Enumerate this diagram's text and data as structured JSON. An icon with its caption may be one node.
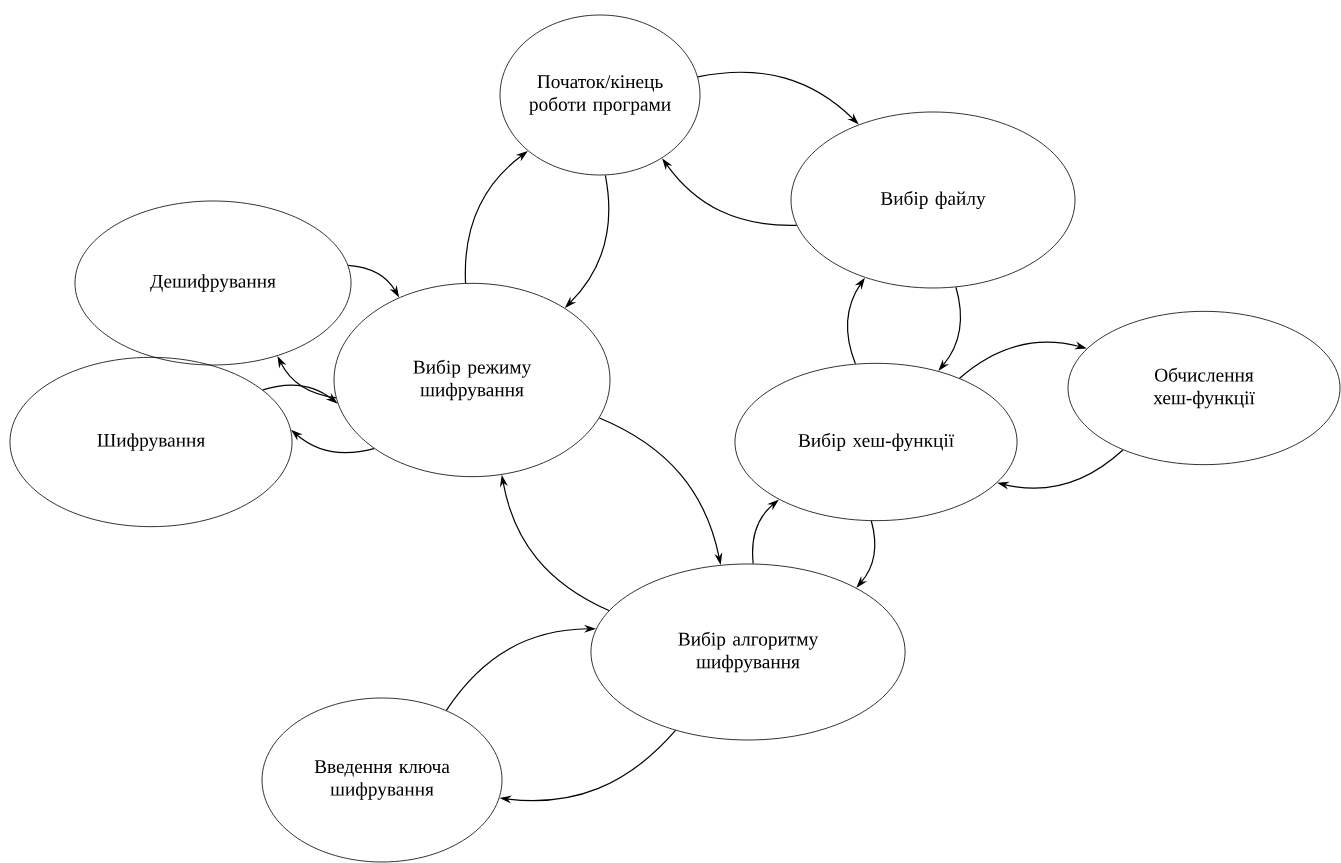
{
  "diagram": {
    "nodes": [
      {
        "text": [
          "Початок/кінець роботи програми"
        ]
      },
      {
        "text": [
          "Вибір файлу"
        ]
      },
      {
        "text": [
          "Дешифрування"
        ]
      },
      {
        "text": [
          "Вибір режиму шифрування"
        ]
      },
      {
        "text": [
          "Вибір хеш-функції"
        ]
      },
      {
        "text": [
          "Обчислення хеш-функції"
        ]
      },
      {
        "text": [
          "Шифрування"
        ]
      },
      {
        "text": [
          "Вибір алгоритму шифрування"
        ]
      },
      {
        "text": [
          "Введення ключа шифрування"
        ]
      }
    ],
    "edges": [
      {
        "from": 0,
        "to": 1,
        "arrow": "to"
      },
      {
        "from": 1,
        "to": 0,
        "arrow": "to"
      },
      {
        "from": 3,
        "to": 0,
        "arrow": "to"
      },
      {
        "from": 0,
        "to": 3,
        "arrow": "to"
      },
      {
        "from": 2,
        "to": 3,
        "arrow": "to"
      },
      {
        "from": 3,
        "to": 2,
        "arrow": "to"
      },
      {
        "from": 6,
        "to": 3,
        "arrow": "to"
      },
      {
        "from": 3,
        "to": 6,
        "arrow": "to"
      },
      {
        "from": 3,
        "to": 7,
        "arrow": "to"
      },
      {
        "from": 7,
        "to": 3,
        "arrow": "to"
      },
      {
        "from": 7,
        "to": 4,
        "arrow": "to"
      },
      {
        "from": 4,
        "to": 7,
        "arrow": "to"
      },
      {
        "from": 4,
        "to": 1,
        "arrow": "to"
      },
      {
        "from": 1,
        "to": 4,
        "arrow": "to"
      },
      {
        "from": 4,
        "to": 5,
        "arrow": "to"
      },
      {
        "from": 5,
        "to": 4,
        "arrow": "to"
      },
      {
        "from": 8,
        "to": 7,
        "arrow": "to"
      },
      {
        "from": 7,
        "to": 8,
        "arrow": "to"
      }
    ]
  }
}
